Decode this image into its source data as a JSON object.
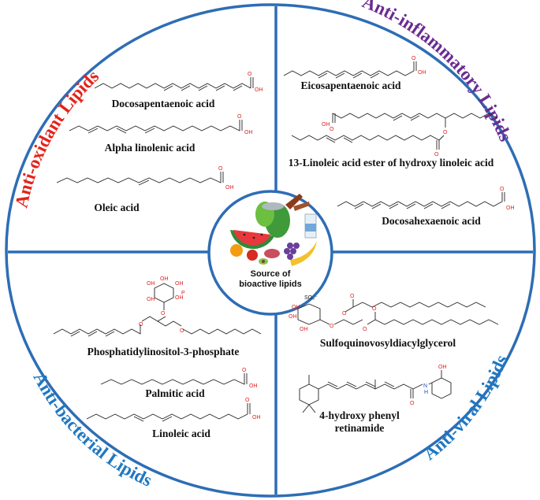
{
  "diagram": {
    "quadrants": {
      "top_left": {
        "title": "Anti-oxidant Lipids",
        "color": "#e3231b",
        "compounds": [
          "Docosapentaenoic acid",
          "Alpha linolenic acid",
          "Oleic acid"
        ]
      },
      "top_right": {
        "title": "Anti-inflammatory Lipids",
        "color": "#6a2c91",
        "compounds": [
          "Eicosapentaenoic acid",
          "13-Linoleic acid ester of hydroxy linoleic acid",
          "Docosahexaenoic acid"
        ]
      },
      "bottom_left": {
        "title": "Anti-bacterial Lipids",
        "color": "#1f78c1",
        "compounds": [
          "Phosphatidylinositol-3-phosphate",
          "Palmitic acid",
          "Linoleic acid"
        ]
      },
      "bottom_right": {
        "title": "Anti-viral Lipids",
        "color": "#1f78c1",
        "compounds": [
          "Sulfoquinovosyldiacylglycerol",
          "4-hydroxy phenyl",
          "retinamide"
        ]
      }
    },
    "center": {
      "line1": "Source of",
      "line2": "bioactive lipids"
    },
    "atoms": {
      "oh": "OH",
      "o": "O",
      "n": "N",
      "h": "H",
      "so3": "SO₃⁻",
      "p": "P"
    },
    "colors": {
      "ring": "#2e6db5",
      "oxygen": "#e02020",
      "nitrogen": "#1f4fbf"
    }
  }
}
